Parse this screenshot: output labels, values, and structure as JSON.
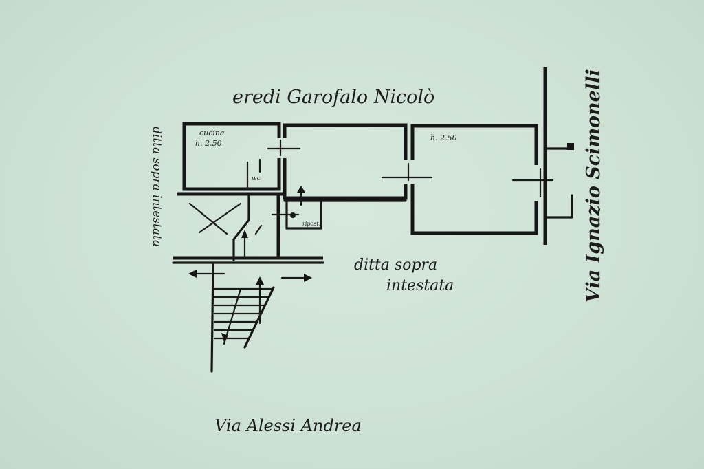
{
  "labels": {
    "top_neighbor": "eredi Garofalo Nicolò",
    "left_neighbor": "ditta sopra intestata",
    "bottom_right_neighbor_line1": "ditta sopra",
    "bottom_right_neighbor_line2": "intestata",
    "right_street": "Via Ignazio Scimonelli",
    "bottom_street": "Via Alessi Andrea",
    "room_kitchen_line1": "cucina",
    "room_kitchen_line2": "h. 2.50",
    "room_right": "h. 2.50",
    "small_wc": "wc",
    "small_closet": "ripost."
  },
  "colors": {
    "paper": "#cfe3d6",
    "ink": "#161616"
  }
}
